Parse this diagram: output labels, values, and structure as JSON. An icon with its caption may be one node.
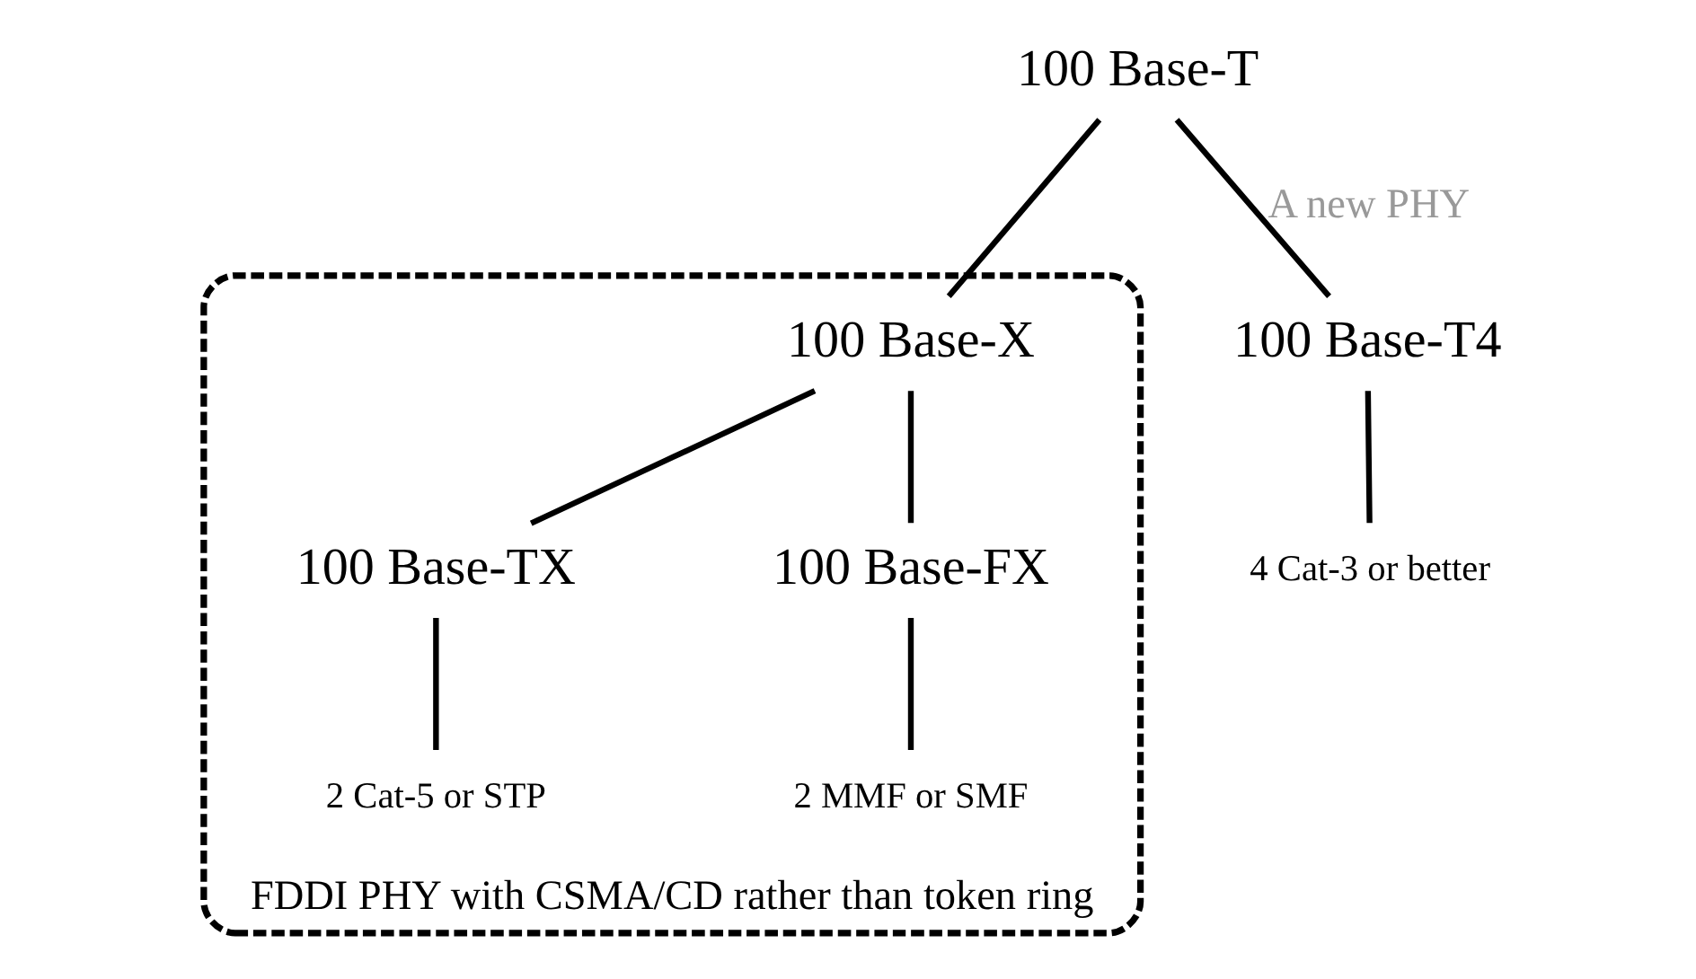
{
  "diagram": {
    "nodes": [
      {
        "text": [
          "100 Base-T"
        ]
      },
      {
        "text": [
          "FDDI PHY with CSMA/CD rather than token ring"
        ]
      },
      {
        "text": [
          "100 Base-X"
        ],
        "in": 1
      },
      {
        "text": [
          "100 Base-TX"
        ],
        "in": 1
      },
      {
        "text": [
          "100 Base-FX"
        ],
        "in": 1
      },
      {
        "text": [
          "2 Cat-5 or STP"
        ],
        "in": 1
      },
      {
        "text": [
          "2 MMF or SMF"
        ],
        "in": 1
      },
      {
        "text": [
          "100 Base-T4"
        ]
      },
      {
        "text": [
          "4 Cat-3 or better"
        ]
      }
    ],
    "edges": [
      {
        "from": 0,
        "to": 2,
        "arrow": "none"
      },
      {
        "from": 0,
        "to": 7,
        "arrow": "none",
        "label": "A new PHY"
      },
      {
        "from": 2,
        "to": 3,
        "arrow": "none"
      },
      {
        "from": 2,
        "to": 4,
        "arrow": "none"
      },
      {
        "from": 3,
        "to": 5,
        "arrow": "none"
      },
      {
        "from": 4,
        "to": 6,
        "arrow": "none"
      },
      {
        "from": 7,
        "to": 8,
        "arrow": "none"
      }
    ]
  }
}
